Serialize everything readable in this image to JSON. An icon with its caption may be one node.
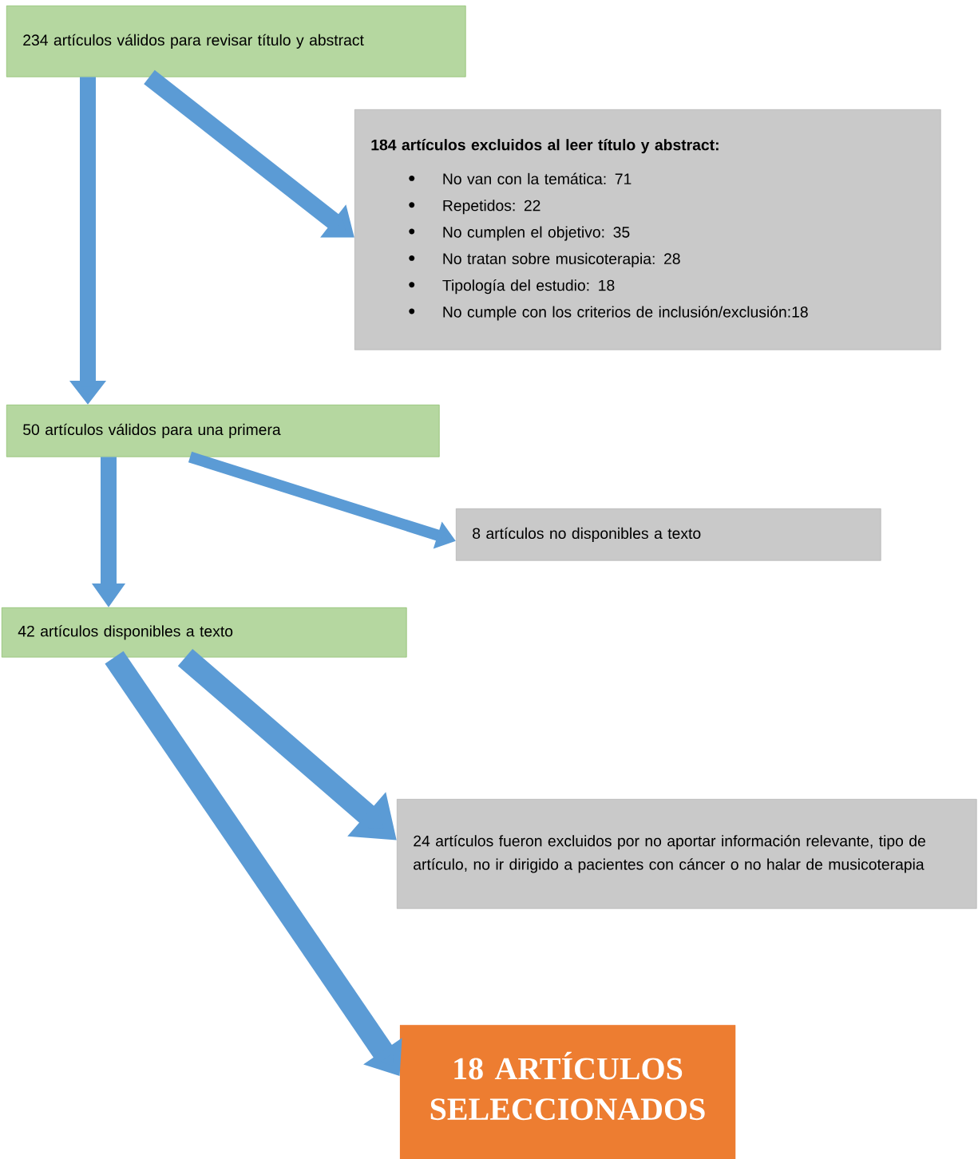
{
  "diagram": {
    "nodes": [
      {
        "text": [
          "234 artículos válidos para revisar título y abstract"
        ]
      },
      {
        "text": [
          "184 artículos excluidos al leer título y abstract:",
          "No van con la temática:  71",
          "Repetidos: 22",
          "No cumplen el objetivo: 35",
          "No tratan sobre musicoterapia: 28",
          "Tipología del estudio: 18",
          "No cumple con los criterios de inclusión/exclusión:18"
        ]
      },
      {
        "text": [
          "50 artículos válidos para una primera"
        ]
      },
      {
        "text": [
          "8 artículos no disponibles a texto"
        ]
      },
      {
        "text": [
          "42 artículos disponibles a texto"
        ]
      },
      {
        "text": [
          "24 artículos fueron excluidos por no aportar información relevante, tipo de artículo, no ir dirigido a pacientes con cáncer o no halar de musicoterapia"
        ]
      },
      {
        "text": [
          "18 ARTÍCULOS SELECCIONADOS"
        ]
      }
    ],
    "edges": [
      {
        "from": 0,
        "to": 2,
        "arrow": "to"
      },
      {
        "from": 0,
        "to": 1,
        "arrow": "to"
      },
      {
        "from": 2,
        "to": 4,
        "arrow": "to"
      },
      {
        "from": 2,
        "to": 3,
        "arrow": "to"
      },
      {
        "from": 4,
        "to": 6,
        "arrow": "to"
      },
      {
        "from": 4,
        "to": 5,
        "arrow": "to"
      }
    ]
  }
}
